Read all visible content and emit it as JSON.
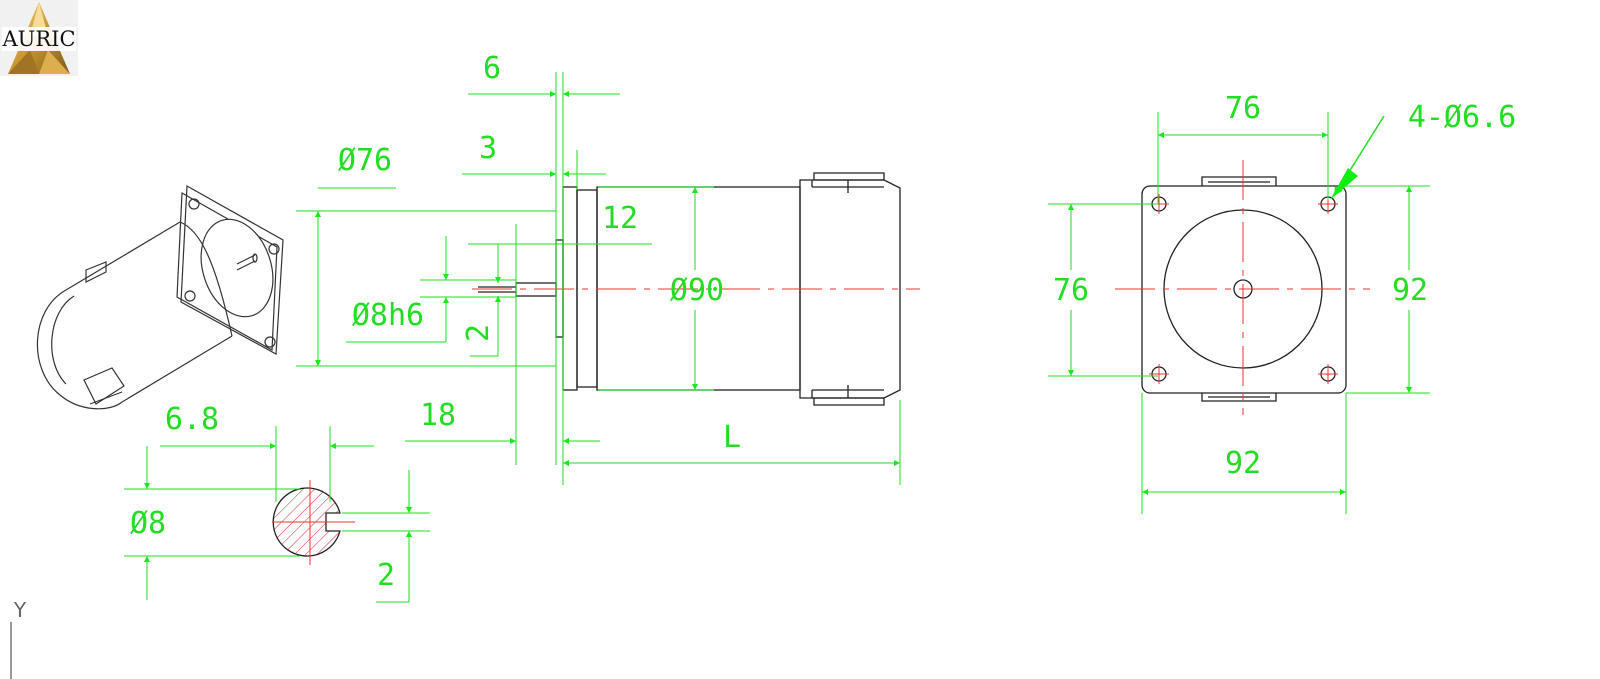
{
  "logo": {
    "text": "AURIC"
  },
  "colors": {
    "dimension": "#22dd22",
    "outline": "#222222",
    "centerline": "#ee3333",
    "arrow": "#11ee11"
  },
  "side_view": {
    "dims": {
      "d76": "Ø76",
      "d90": "Ø90",
      "d8h6": "Ø8h6",
      "six": "6",
      "three": "3",
      "twelve": "12",
      "two": "2",
      "eighteen": "18",
      "length": "L"
    }
  },
  "shaft_section": {
    "dims": {
      "d8": "Ø8",
      "w68": "6.8",
      "two": "2"
    }
  },
  "front_view": {
    "dims": {
      "top76": "76",
      "left76": "76",
      "right92": "92",
      "bottom92": "92",
      "holes": "4-Ø6.6"
    }
  },
  "axis": {
    "label": "Y"
  }
}
